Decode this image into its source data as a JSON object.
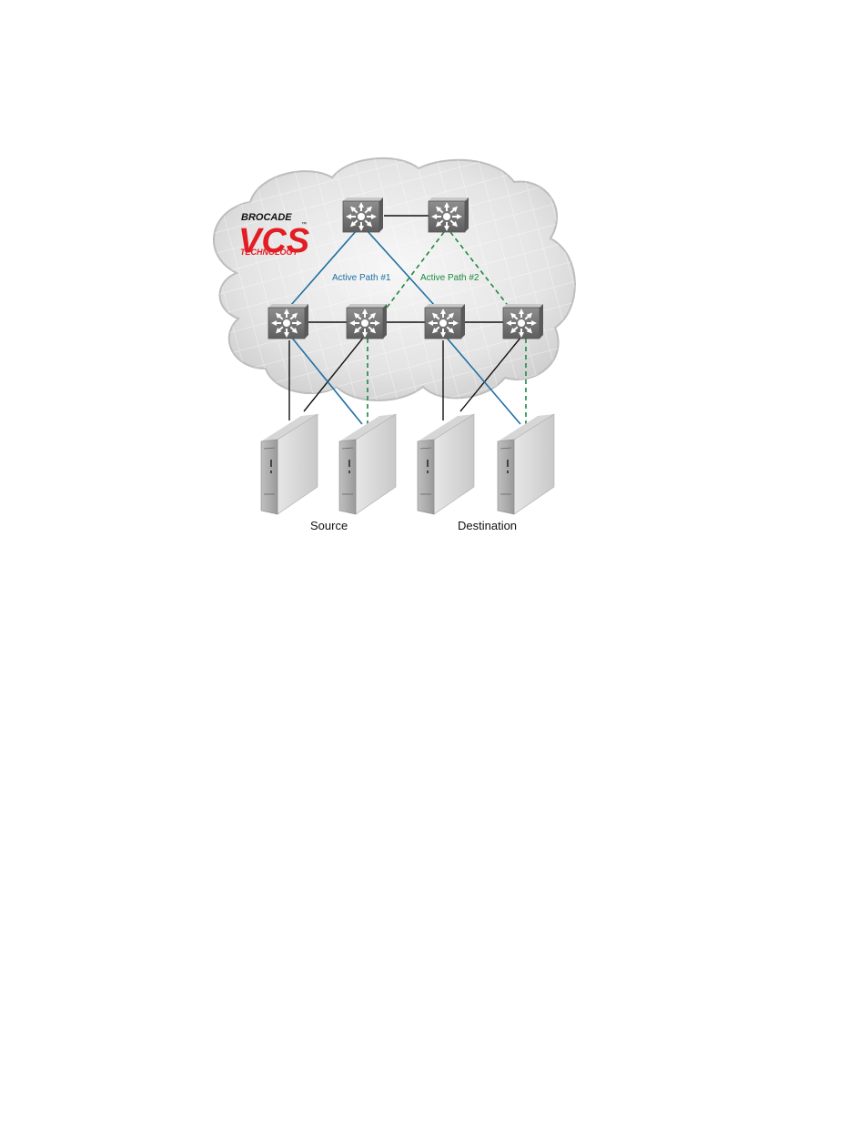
{
  "logo": {
    "line1": "BROCADE",
    "line2": "VCS",
    "trademark": "™",
    "line3": "TECHNOLOGY",
    "accent_color": "#e21d24"
  },
  "paths": {
    "path1_label": "Active Path #1",
    "path1_color": "#1f6fa3",
    "path2_label": "Active Path #2",
    "path2_color": "#1b8a3e"
  },
  "captions": {
    "source": "Source",
    "destination": "Destination"
  },
  "icons": {
    "switch": "switch-icon",
    "server": "server-icon",
    "cloud": "cloud-icon"
  }
}
